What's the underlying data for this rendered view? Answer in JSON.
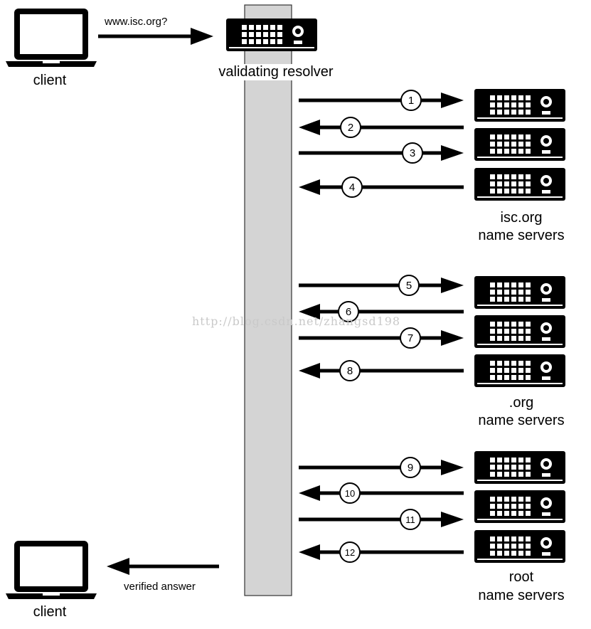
{
  "labels": {
    "client_top": "client",
    "client_bottom": "client",
    "query": "www.isc.org?",
    "resolver": "validating resolver",
    "answer": "verified answer",
    "isc_line1": "isc.org",
    "isc_line2": "name servers",
    "org_line1": ".org",
    "org_line2": "name servers",
    "root_line1": "root",
    "root_line2": "name servers",
    "watermark": "http://blog.csdn.net/zhangsd198"
  },
  "steps": [
    {
      "num": "1",
      "direction": "out"
    },
    {
      "num": "2",
      "direction": "in"
    },
    {
      "num": "3",
      "direction": "out"
    },
    {
      "num": "4",
      "direction": "in"
    },
    {
      "num": "5",
      "direction": "out"
    },
    {
      "num": "6",
      "direction": "in"
    },
    {
      "num": "7",
      "direction": "out"
    },
    {
      "num": "8",
      "direction": "in"
    },
    {
      "num": "9",
      "direction": "out"
    },
    {
      "num": "10",
      "direction": "in"
    },
    {
      "num": "11",
      "direction": "out"
    },
    {
      "num": "12",
      "direction": "in"
    }
  ],
  "icons": {
    "client": "laptop-icon",
    "server": "server-icon"
  },
  "colors": {
    "line": "#000000",
    "resolver_bar": "#d4d4d4",
    "circle_fill": "#ffffff"
  }
}
